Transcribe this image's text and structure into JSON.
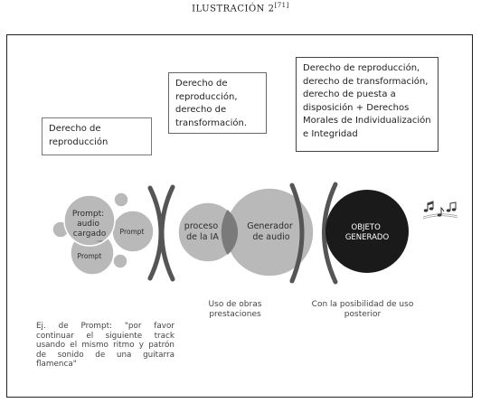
{
  "title": {
    "text": "ILUSTRACIÓN 2",
    "ref": "[71]"
  },
  "rights_boxes": [
    {
      "text": "Derecho de reproducción"
    },
    {
      "text": "Derecho de reproducción, derecho de transformación."
    },
    {
      "text": "Derecho de reproducción, derecho de transformación, derecho de puesta a disposición + Derechos Morales de Individualización e Integridad"
    }
  ],
  "nodes": {
    "prompt_audio": "Prompt: audio cargado",
    "prompt_right": "Prompt",
    "prompt_bottom": "Prompt",
    "process": "proceso de la IA",
    "generator": "Generador de audio",
    "object": "OBJETO GENERADO"
  },
  "captions": {
    "use_of_works": "Uso de obras prestaciones",
    "later_use": "Con la posibilidad de uso posterior"
  },
  "example_text": "Ej. de Prompt: \"por favor continuar el siguiente track usando el mismo ritmo y patrón de sonido de una guitarra flamenca\"",
  "icons": [
    "music-notes-icon"
  ],
  "colors": {
    "circle_light": "#b9b9b9",
    "circle_border": "#ffffff",
    "circle_text": "#2b2b2b",
    "overlap": "#7a7a7a",
    "bracket": "#555555",
    "object_fill": "#1a1a1a",
    "object_text": "#ffffff"
  }
}
